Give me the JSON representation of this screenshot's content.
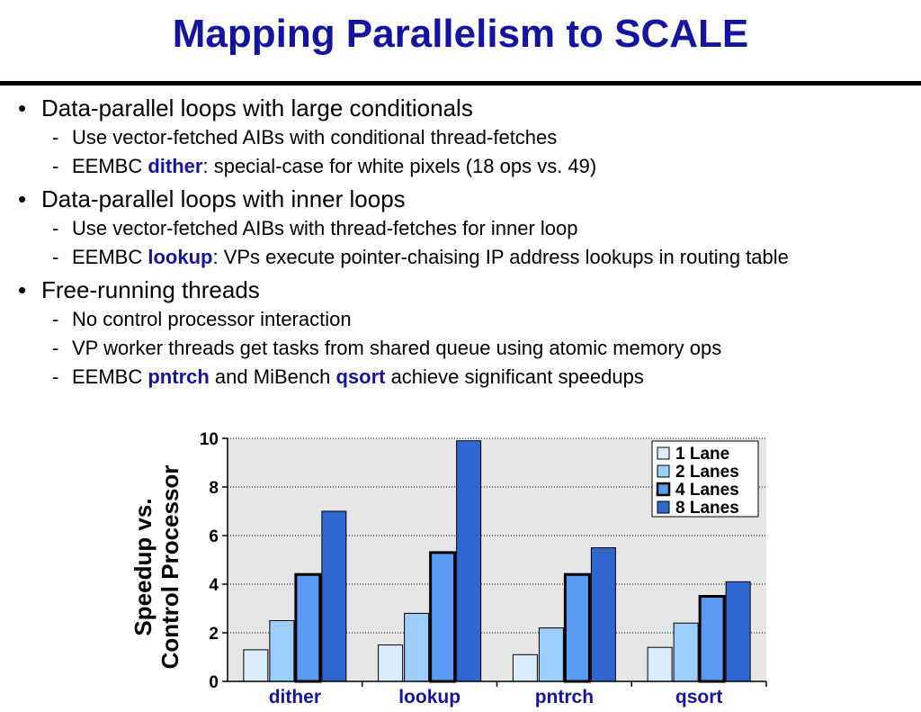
{
  "slide": {
    "title": "Mapping Parallelism to SCALE",
    "bullets": [
      {
        "text": "Data-parallel loops with large conditionals",
        "subs": [
          {
            "text": "Use vector-fetched AIBs with conditional thread-fetches"
          },
          {
            "pre": "EEMBC ",
            "kw": "dither",
            "post": ": special-case for white pixels (18 ops vs. 49)"
          }
        ]
      },
      {
        "text": "Data-parallel loops with inner loops",
        "subs": [
          {
            "text": "Use vector-fetched AIBs with thread-fetches for inner loop"
          },
          {
            "pre": "EEMBC ",
            "kw": "lookup",
            "post": ": VPs execute pointer-chaising IP address lookups in routing table"
          }
        ]
      },
      {
        "text": "Free-running threads",
        "subs": [
          {
            "text": "No control processor interaction"
          },
          {
            "text": "VP worker threads get tasks from shared queue using atomic memory ops"
          },
          {
            "pre": "EEMBC ",
            "kw": "pntrch",
            "mid": " and MiBench ",
            "kw2": "qsort",
            "post": " achieve significant speedups"
          }
        ]
      }
    ]
  },
  "chart_data": {
    "type": "bar",
    "title": "",
    "ylabel_lines": [
      "Speedup vs.",
      "Control Processor"
    ],
    "xlabel": "",
    "categories": [
      "dither",
      "lookup",
      "pntrch",
      "qsort"
    ],
    "ylim": [
      0,
      10
    ],
    "yticks": [
      "0",
      "2",
      "4",
      "6",
      "8",
      "10"
    ],
    "grid": true,
    "legend": "top-right",
    "series": [
      {
        "name": "1 Lane",
        "values": [
          1.3,
          1.5,
          1.1,
          1.4
        ],
        "color": "#dcecff",
        "bold_border": false
      },
      {
        "name": "2 Lanes",
        "values": [
          2.5,
          2.8,
          2.2,
          2.4
        ],
        "color": "#9ccdfc",
        "bold_border": false
      },
      {
        "name": "4 Lanes",
        "values": [
          4.4,
          5.3,
          4.4,
          3.5
        ],
        "color": "#5b9af4",
        "bold_border": true
      },
      {
        "name": "8 Lanes",
        "values": [
          7.0,
          9.9,
          5.5,
          4.1
        ],
        "color": "#3066d0",
        "bold_border": false
      }
    ],
    "colors": {
      "plot_background": "#e6e6e6",
      "category_label": "#1414a0"
    }
  }
}
